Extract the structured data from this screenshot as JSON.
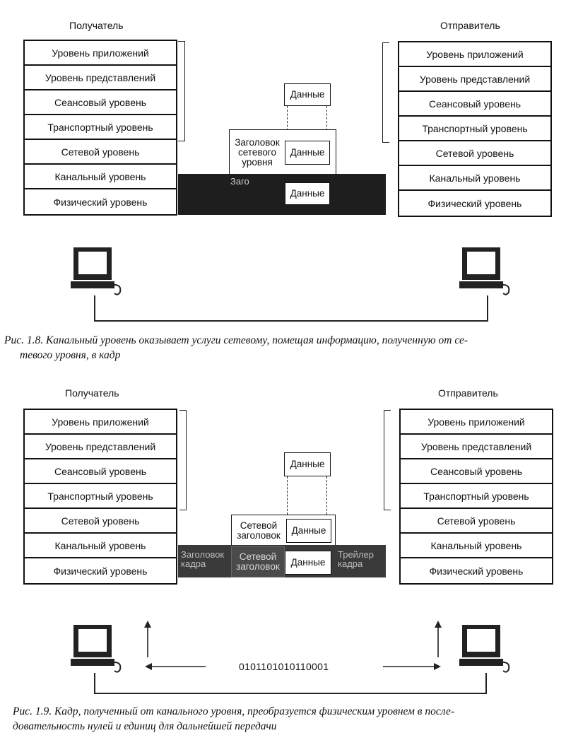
{
  "fig8": {
    "receiver_title": "Получатель",
    "sender_title": "Отправитель",
    "layers_left": [
      "Уровень приложений",
      "Уровень представлений",
      "Сеансовый уровень",
      "Транспортный уровень",
      "Сетевой уровень",
      "Канальный уровень",
      "Физический уровень"
    ],
    "layers_right": [
      "Уровень приложений",
      "Уровень представлений",
      "Сеансовый уровень",
      "Транспортный уровень",
      "Сетевой уровень",
      "Канальный уровень",
      "Физический уровень"
    ],
    "data_label": "Данные",
    "net_header": "Заголовок\nсетевого\nуровня",
    "frame_header": "Заго",
    "caption_line1": "Рис. 1.8. Канальный уровень оказывает услуги сетевому, помещая информацию, полученную от се-",
    "caption_line2": "тевого уровня, в кадр"
  },
  "fig9": {
    "receiver_title": "Получатель",
    "sender_title": "Отправитель",
    "layers_left": [
      "Уровень приложений",
      "Уровень представлений",
      "Сеансовый уровень",
      "Транспортный уровень",
      "Сетевой уровень",
      "Канальный уровень",
      "Физический уровень"
    ],
    "layers_right": [
      "Уровень приложений",
      "Уровень представлений",
      "Сеансовый уровень",
      "Транспортный уровень",
      "Сетевой уровень",
      "Канальный уровень",
      "Физический уровень"
    ],
    "data_label": "Данные",
    "net_header": "Сетевой\nзаголовок",
    "frame_left": "Заголовок\nкадра",
    "frame_mid": "Сетевой\nзаголовок",
    "frame_right": "Трейлер\nкадра",
    "bits": "0101101010110001",
    "caption_line1": "Рис. 1.9. Кадр, полученный от канального уровня, преобразуется физическим уровнем в после-",
    "caption_line2": "довательность нулей и единиц для дальнейшей передачи"
  },
  "icons": [
    "computer-icon",
    "arrow-up-icon",
    "arrow-left-icon",
    "arrow-right-icon"
  ]
}
